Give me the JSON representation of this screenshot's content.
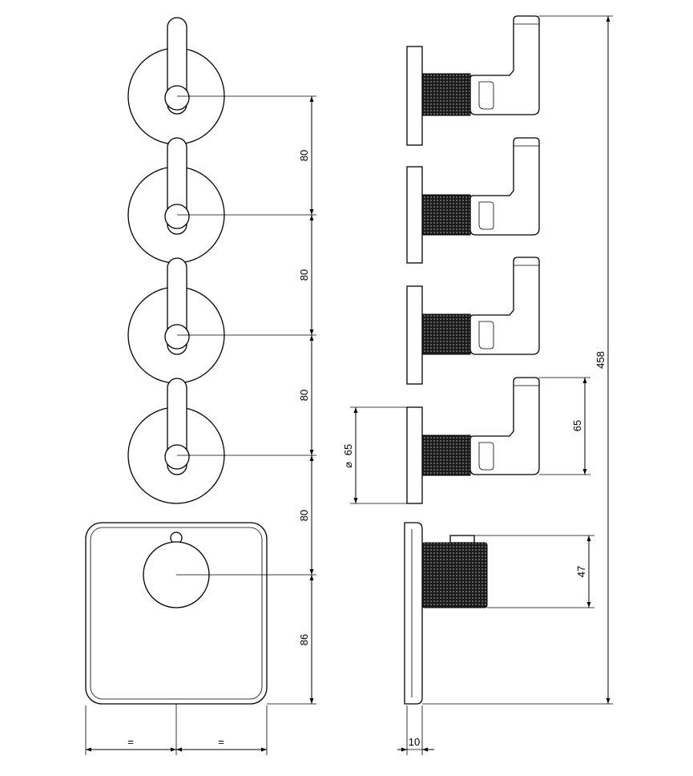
{
  "front_view": {
    "spacing_labels": [
      "80",
      "80",
      "80",
      "80"
    ],
    "plate_label": "86",
    "width_labels": [
      "=",
      "="
    ]
  },
  "side_view": {
    "total_height_label": "458",
    "diameter_label": "65",
    "diameter_symbol": "⌀",
    "handle_height_label": "65",
    "knob_height_label": "47",
    "depth_label": "10"
  },
  "colors": {
    "line": "#000000",
    "knurl": "#1a1a1a",
    "background": "#ffffff"
  }
}
